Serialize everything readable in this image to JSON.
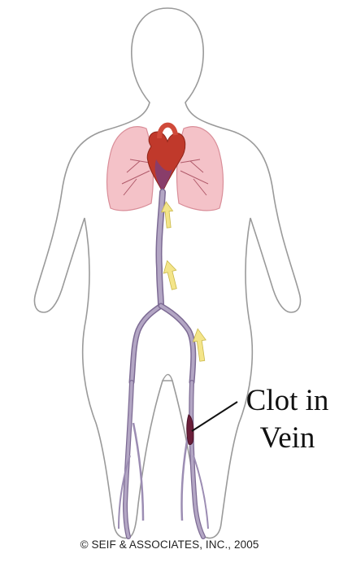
{
  "diagram": {
    "callout": {
      "line1": "Clot in",
      "line2": "Vein"
    },
    "copyright": "© SEIF & ASSOCIATES, INC., 2005"
  },
  "colors": {
    "body_outline": "#9a9a9a",
    "lung_fill": "#f4c2c8",
    "lung_edge": "#d98e99",
    "heart": "#c0392b",
    "vein": "#b3a6c4",
    "vein_edge": "#7d6b94",
    "clot": "#6b1f3a",
    "flow_arrow": "#f4e58a"
  }
}
